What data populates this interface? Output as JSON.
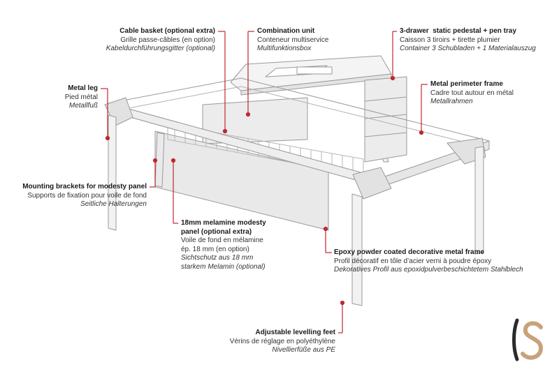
{
  "callouts": {
    "cable_basket": {
      "title": "Cable basket (optional extra)",
      "fr": "Grille passe-câbles (en option)",
      "de": "Kabeldurchführungsgitter (optional)"
    },
    "combination_unit": {
      "title": "Combination unit",
      "fr": "Conteneur multiservice",
      "de": "Multifunktionsbox"
    },
    "pedestal": {
      "title": "3-drawer  static pedestal + pen tray",
      "fr": "Caisson 3 tiroirs + tirette plumier",
      "de": "Container 3 Schubladen + 1 Materialauszug"
    },
    "metal_leg": {
      "title": "Metal leg",
      "fr": "Pied métal",
      "de": "Metallfuß"
    },
    "perimeter_frame": {
      "title": "Metal perimeter frame",
      "fr": "Cadre tout autour en métal",
      "de": "Metallrahmen"
    },
    "mounting_brackets": {
      "title": "Mounting brackets for modesty panel",
      "fr": "Supports de fixation pour voile de fond",
      "de": "Seitliche Halterungen"
    },
    "modesty_panel": {
      "title1": "18mm melamine modesty",
      "title2": "panel (optional extra)",
      "fr1": "Voile de fond en mélamine",
      "fr2": "ép. 18 mm (en option)",
      "de1": "Sichtschutz aus 18 mm",
      "de2": "starkem Melamin (optional)"
    },
    "epoxy_frame": {
      "title": "Epoxy powder coated decorative metal frame",
      "fr": "Profil décoratif en tôle d’acier verni à poudre époxy",
      "de": "Dekoratives Profil aus epoxidpulverbeschichtetem Stahlblech"
    },
    "levelling_feet": {
      "title": "Adjustable levelling feet",
      "fr": "Vérins de réglage en polyéthylène",
      "de": "Nivellierfüße aus PE"
    }
  },
  "colors": {
    "leader": "#c0272d",
    "outline": "#9a9a9a",
    "fill": "#efefef",
    "logo_gold": "#c9a27a",
    "logo_dark": "#2b2b2b"
  },
  "logo": "LS monogram"
}
